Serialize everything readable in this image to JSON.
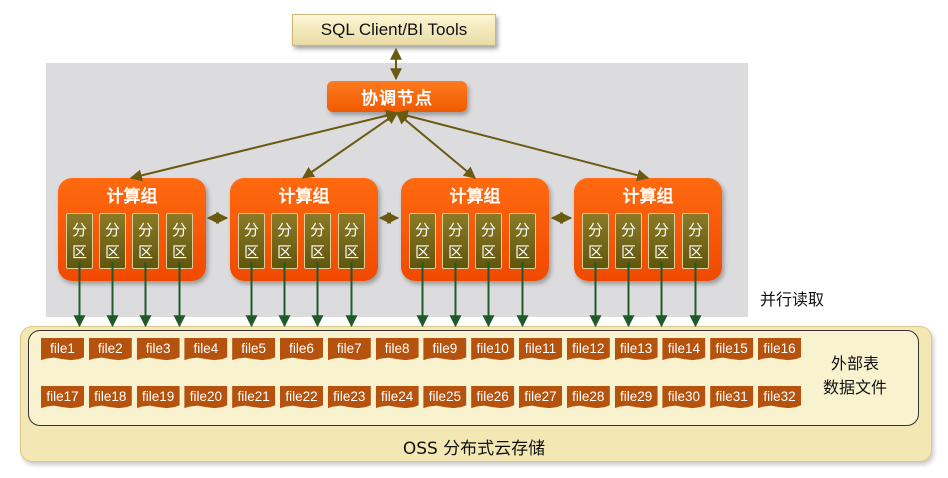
{
  "client_tools": "SQL Client/BI Tools",
  "coordinator": "协调节点",
  "compute_groups": [
    {
      "title": "计算组",
      "partitions": [
        [
          "分",
          "区"
        ],
        [
          "分",
          "区"
        ],
        [
          "分",
          "区"
        ],
        [
          "分",
          "区"
        ]
      ]
    },
    {
      "title": "计算组",
      "partitions": [
        [
          "分",
          "区"
        ],
        [
          "分",
          "区"
        ],
        [
          "分",
          "区"
        ],
        [
          "分",
          "区"
        ]
      ]
    },
    {
      "title": "计算组",
      "partitions": [
        [
          "分",
          "区"
        ],
        [
          "分",
          "区"
        ],
        [
          "分",
          "区"
        ],
        [
          "分",
          "区"
        ]
      ]
    },
    {
      "title": "计算组",
      "partitions": [
        [
          "分",
          "区"
        ],
        [
          "分",
          "区"
        ],
        [
          "分",
          "区"
        ],
        [
          "分",
          "区"
        ]
      ]
    }
  ],
  "parallel_read": "并行读取",
  "external_files_label": [
    "外部表",
    "数据文件"
  ],
  "files_row1": [
    "file1",
    "file2",
    "file3",
    "file4",
    "file5",
    "file6",
    "file7",
    "file8",
    "file9",
    "file10",
    "file11",
    "file12",
    "file13",
    "file14",
    "file15",
    "file16"
  ],
  "files_row2": [
    "file17",
    "file18",
    "file19",
    "file20",
    "file21",
    "file22",
    "file23",
    "file24",
    "file25",
    "file26",
    "file27",
    "file28",
    "file29",
    "file30",
    "file31",
    "file32"
  ],
  "oss_storage": "OSS 分布式云存储",
  "colors": {
    "coordinator": "#f05a00",
    "compute_group": "#f04a00",
    "partition": "#6e6114",
    "file": "#b5530e",
    "arrow": "#6b5a12",
    "oss": "#f3e8b4"
  }
}
